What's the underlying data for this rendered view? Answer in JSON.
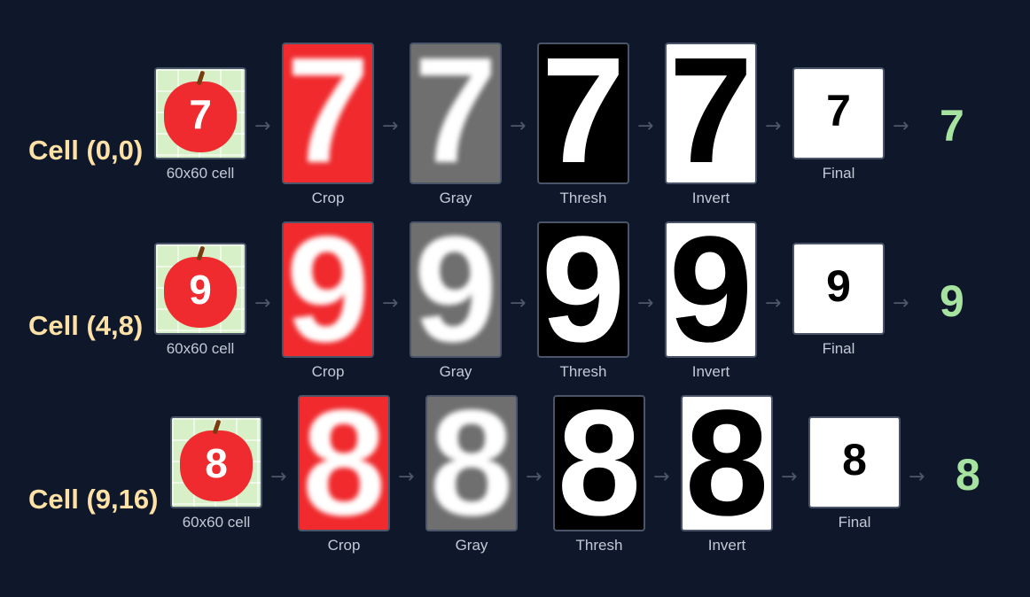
{
  "captions": {
    "cell": "60x60 cell",
    "crop": "Crop",
    "gray": "Gray",
    "thresh": "Thresh",
    "invert": "Invert",
    "final": "Final"
  },
  "arrow": "→",
  "rows": [
    {
      "label": "Cell (0,0)",
      "digit": "7",
      "result": "7"
    },
    {
      "label": "Cell (4,8)",
      "digit": "9",
      "result": "9"
    },
    {
      "label": "Cell (9,16)",
      "digit": "8",
      "result": "8"
    }
  ],
  "colors": {
    "background": "#0f172a",
    "label": "#fde1a6",
    "result": "#a6e3a1",
    "crop_red": "#f02a2d",
    "gray": "#6f6f6f"
  }
}
